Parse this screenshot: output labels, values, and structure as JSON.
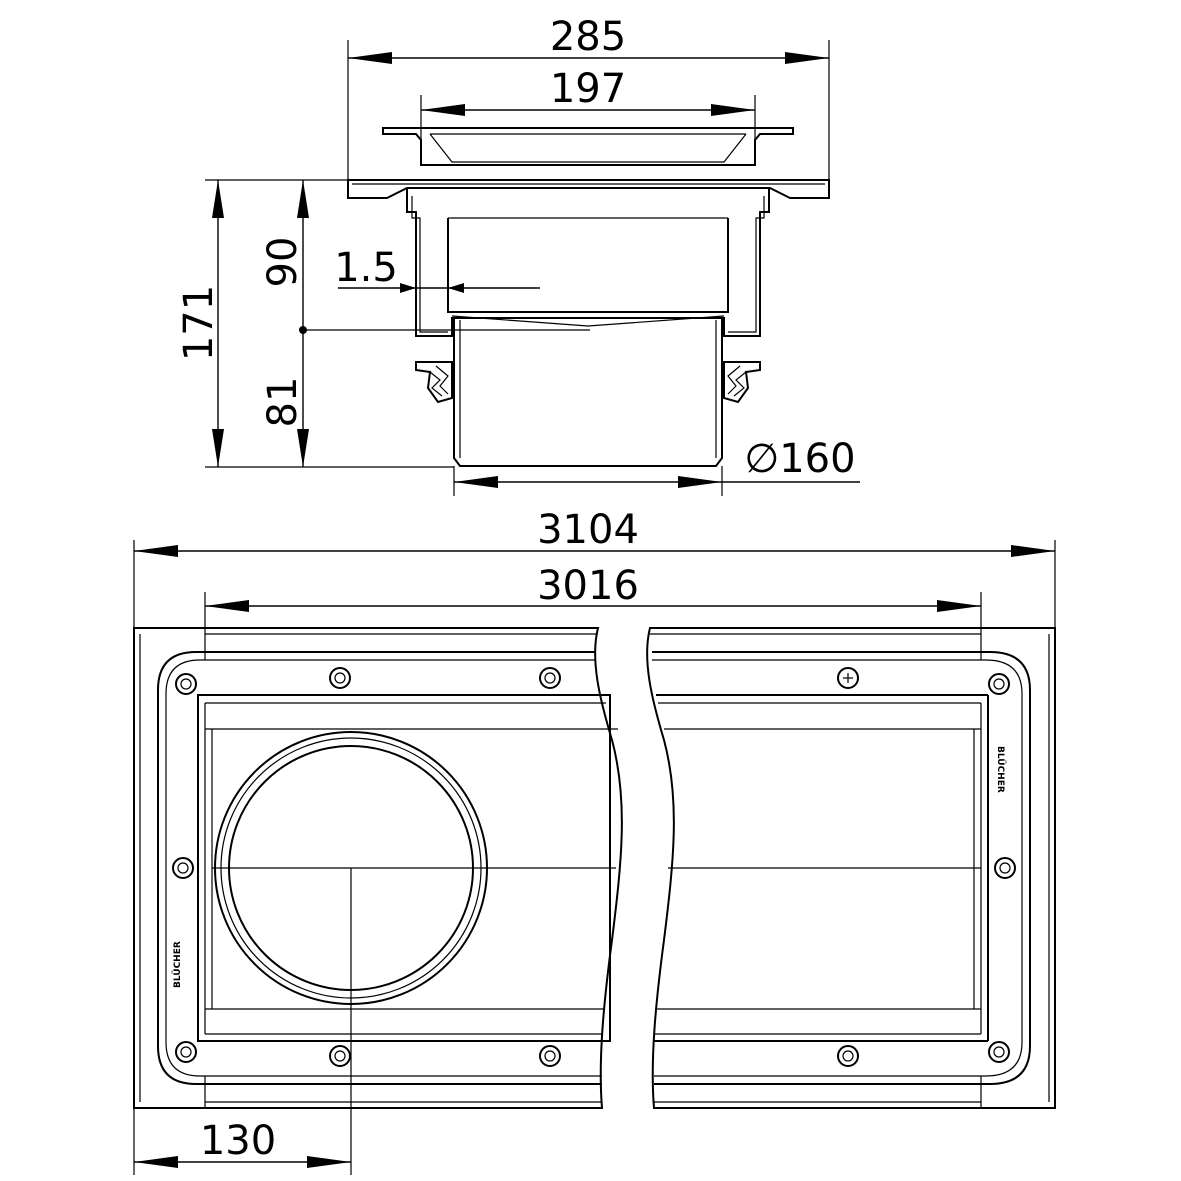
{
  "dimensions": {
    "flange_width": "285",
    "grate_width": "197",
    "total_height": "171",
    "upper_height": "90",
    "lower_height": "81",
    "wall_thickness": "1.5",
    "outlet_diameter": "∅160",
    "total_length": "3104",
    "body_length": "3016",
    "outlet_offset": "130"
  },
  "brand": {
    "left": "BLÜCHER",
    "right": "BLÜCHER"
  }
}
